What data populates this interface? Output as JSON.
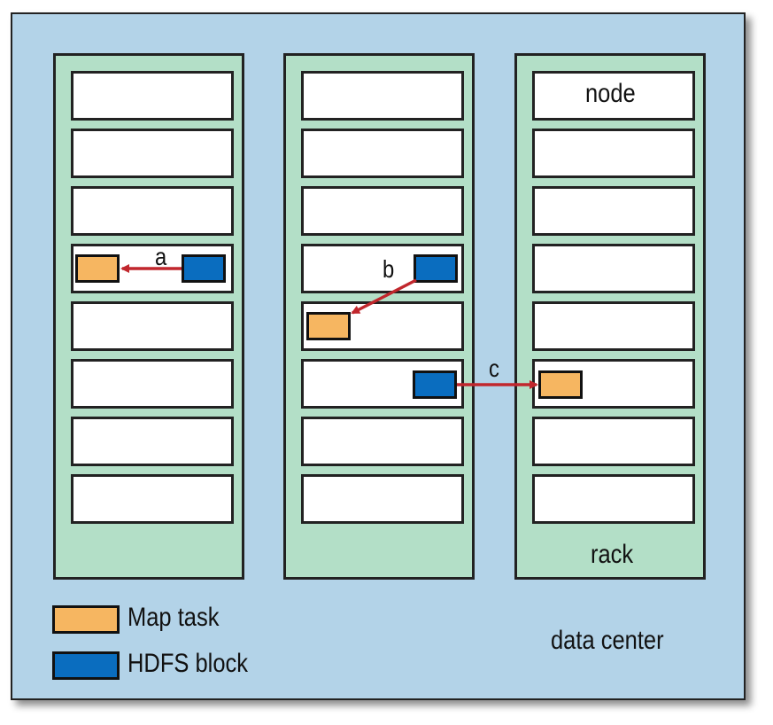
{
  "colors": {
    "data_center_bg": "#b3d3e8",
    "rack_bg": "#b3dfc7",
    "node_bg": "#ffffff",
    "map_task": "#f6b661",
    "hdfs_block": "#0a6dbf",
    "arrow": "#c1272d"
  },
  "labels": {
    "node": "node",
    "rack": "rack",
    "data_center": "data center"
  },
  "legend": {
    "map_task": "Map task",
    "hdfs_block": "HDFS block"
  },
  "arrows": {
    "a": "a",
    "b": "b",
    "c": "c"
  }
}
